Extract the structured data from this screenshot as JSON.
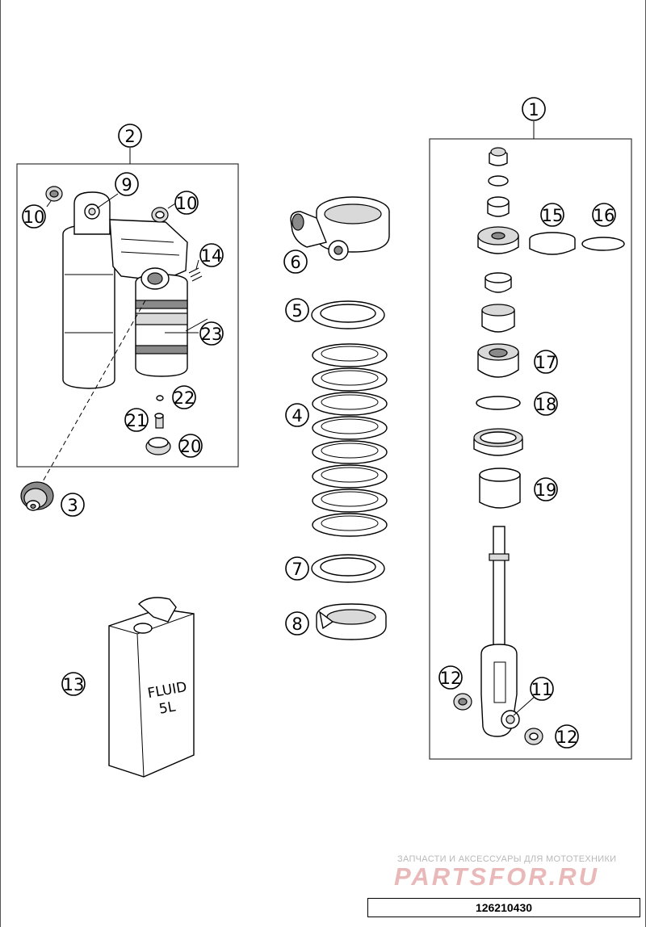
{
  "callouts": [
    "1",
    "2",
    "3",
    "4",
    "5",
    "6",
    "7",
    "8",
    "9",
    "10",
    "10",
    "11",
    "12",
    "12",
    "13",
    "14",
    "15",
    "16",
    "17",
    "18",
    "19",
    "20",
    "21",
    "22",
    "23"
  ],
  "can_label": {
    "line1": "FLUID",
    "line2": "5L"
  },
  "watermark": {
    "tagline": "ЗАПЧАСТИ И АКСЕССУАРЫ ДЛЯ МОТОТЕХНИКИ",
    "logo": "PARTSFOR.RU"
  },
  "diagram_number": "126210430"
}
